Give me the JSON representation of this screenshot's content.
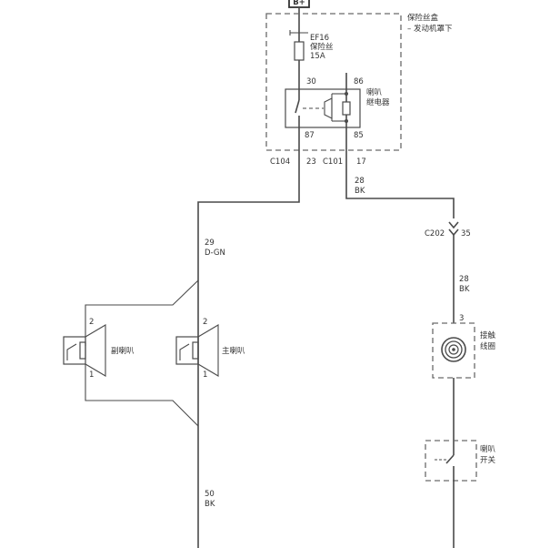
{
  "battery": {
    "label": "B+"
  },
  "fuse_box": {
    "title_line1": "保险丝盒",
    "title_line2": "– 发动机罩下"
  },
  "fuse": {
    "id": "EF16",
    "name": "保险丝",
    "rating": "15A"
  },
  "relay": {
    "name_line1": "喇叭",
    "name_line2": "继电器",
    "pins": {
      "p30": "30",
      "p86": "86",
      "p87": "87",
      "p85": "85"
    }
  },
  "connectors": {
    "c104": {
      "name": "C104",
      "pin": "23"
    },
    "c101": {
      "name": "C101",
      "pin": "17"
    },
    "c202": {
      "name": "C202",
      "pin": "35"
    }
  },
  "wires": {
    "relay_out": {
      "gauge": "28",
      "color": "BK"
    },
    "horn_feed": {
      "gauge": "29",
      "color": "D-GN"
    },
    "switch_feed": {
      "gauge": "28",
      "color": "BK"
    },
    "ground": {
      "gauge": "50",
      "color": "BK"
    }
  },
  "horns": {
    "secondary": {
      "label": "副喇叭",
      "pin_top": "2",
      "pin_bottom": "1"
    },
    "main": {
      "label": "主喇叭",
      "pin_top": "2",
      "pin_bottom": "1"
    }
  },
  "coil": {
    "label_line1": "接触",
    "label_line2": "线圈",
    "pin": "3"
  },
  "horn_switch": {
    "label_line1": "喇叭",
    "label_line2": "开关"
  }
}
